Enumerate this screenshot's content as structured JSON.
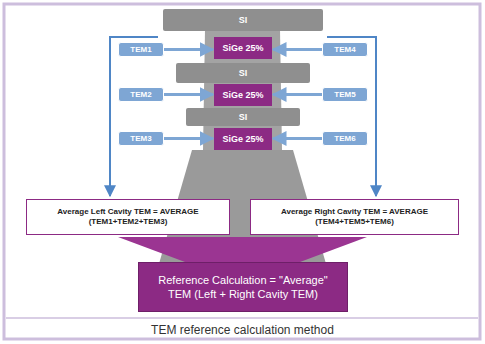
{
  "diagram": {
    "caption": "TEM reference calculation method",
    "nodes": [
      {
        "text": [
          "SI"
        ]
      },
      {
        "text": [
          "TEM1"
        ]
      },
      {
        "text": [
          "SiGe 25%"
        ]
      },
      {
        "text": [
          "TEM4"
        ]
      },
      {
        "text": [
          "SI"
        ]
      },
      {
        "text": [
          "TEM2"
        ]
      },
      {
        "text": [
          "SiGe 25%"
        ]
      },
      {
        "text": [
          "TEM5"
        ]
      },
      {
        "text": [
          "SI"
        ]
      },
      {
        "text": [
          "TEM3"
        ]
      },
      {
        "text": [
          "SiGe 25%"
        ]
      },
      {
        "text": [
          "TEM6"
        ]
      },
      {
        "text": [
          "Average Left Cavity TEM = AVERAGE (TEM1+TEM2+TEM3)"
        ]
      },
      {
        "text": [
          "Average Right Cavity TEM = AVERAGE (TEM4+TEM5+TEM6)"
        ]
      },
      {
        "text": [
          "Reference Calculation = \"Average\" TEM (Left + Right Cavity TEM)"
        ]
      }
    ],
    "edges": [
      {
        "from": 1,
        "to": 2,
        "arrow": "to"
      },
      {
        "from": 3,
        "to": 2,
        "arrow": "to"
      },
      {
        "from": 5,
        "to": 6,
        "arrow": "to"
      },
      {
        "from": 7,
        "to": 6,
        "arrow": "to"
      },
      {
        "from": 9,
        "to": 10,
        "arrow": "to"
      },
      {
        "from": 11,
        "to": 10,
        "arrow": "to"
      }
    ]
  }
}
